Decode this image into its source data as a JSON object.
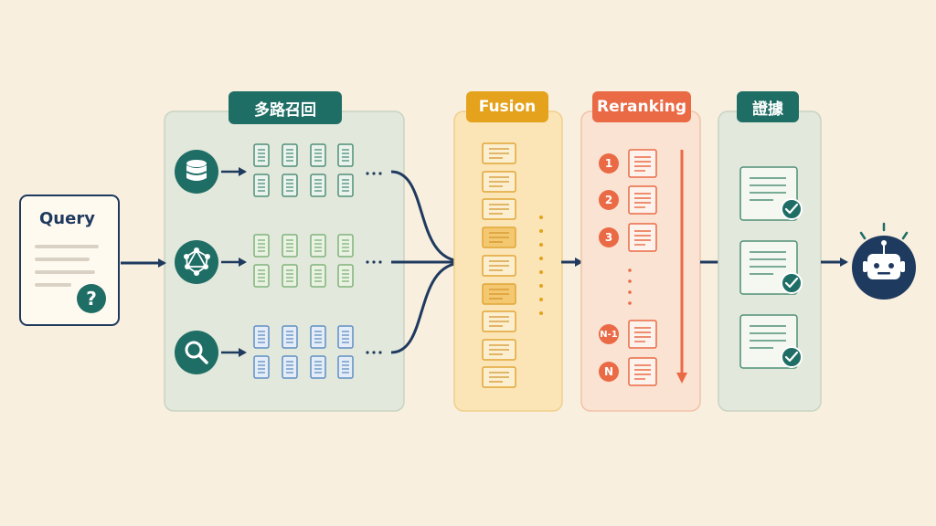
{
  "query": {
    "title": "Query",
    "question_mark": "?"
  },
  "stages": {
    "retrieval": {
      "label": "多路召回"
    },
    "fusion": {
      "label": "Fusion"
    },
    "reranking": {
      "label": "Reranking",
      "ranks": [
        "1",
        "2",
        "3",
        "N-1",
        "N"
      ]
    },
    "evidence": {
      "label": "證據"
    }
  },
  "icons": {
    "retrieval_sources": [
      "database-icon",
      "graph-network-icon",
      "search-icon"
    ],
    "output": "robot-icon"
  },
  "colors": {
    "background": "#f8efdf",
    "navy": "#1f3a5f",
    "teal": "#1f6e66",
    "retrieval_panel": "#e3e9dc",
    "fusion": "#e5a21c",
    "reranking": "#ea6a45",
    "doc_green": "#5a9a82",
    "doc_light_green": "#8cbf86",
    "doc_blue": "#6f9fd0"
  }
}
